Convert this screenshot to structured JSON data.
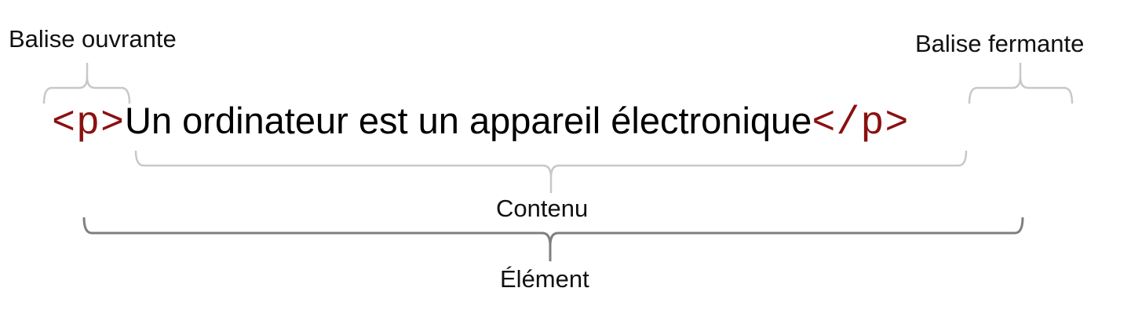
{
  "labels": {
    "opening_tag": "Balise ouvrante",
    "closing_tag": "Balise fermante",
    "content": "Contenu",
    "element": "Élément"
  },
  "code": {
    "opening_tag": "<p>",
    "content": "Un ordinateur est un appareil électronique",
    "closing_tag": "</p>"
  },
  "colors": {
    "tag": "#8b1010",
    "text": "#000000",
    "bracket_light": "#c8c8c8",
    "bracket_dark": "#7f7f7f"
  }
}
